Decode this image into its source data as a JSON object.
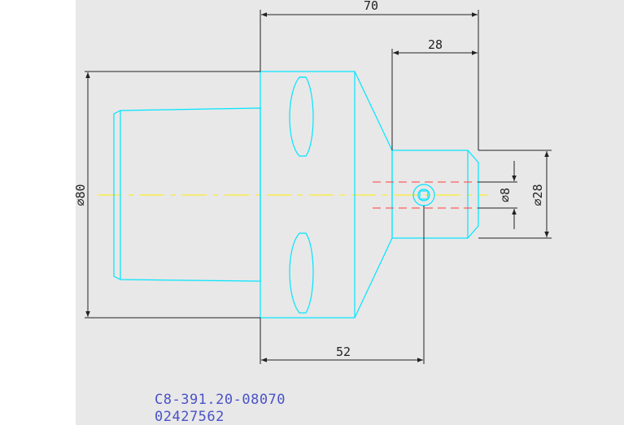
{
  "colors": {
    "background": "#e8e8e8",
    "outline": "#00e5ff",
    "dimension": "#222222",
    "centerline": "#ffee00",
    "hidden": "#ff3b3b",
    "label": "#4a52c8"
  },
  "dimensions": {
    "overall_length": "70",
    "shank_length": "28",
    "hole_position": "52",
    "body_diameter": "⌀80",
    "hole_diameter": "⌀8",
    "shank_diameter": "⌀28"
  },
  "part": {
    "code": "C8-391.20-08070",
    "number": "02427562"
  }
}
